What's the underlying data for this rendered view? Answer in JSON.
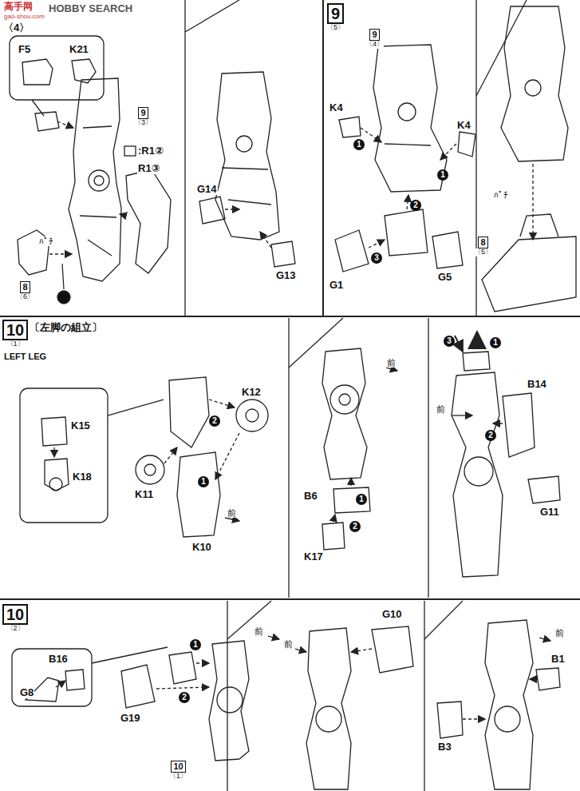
{
  "diagram": {
    "nodes": [
      {
        "text": [
          "9",
          "〈3〉"
        ]
      },
      {
        "text": [
          "8",
          "〈6〉"
        ]
      },
      {
        "text": [
          "9",
          "〈5〉"
        ]
      },
      {
        "text": [
          "9",
          "〈4〉"
        ]
      },
      {
        "text": [
          "8",
          "〈5〉"
        ]
      },
      {
        "text": [
          "10",
          "〈1〉"
        ]
      },
      {
        "text": [
          "10",
          "〈2〉"
        ]
      },
      {
        "text": [
          "10",
          "〈1〉"
        ]
      }
    ],
    "labels": [
      "高手网",
      "HOBBY SEARCH",
      "gao-shou.com",
      "〈4〉",
      "F5",
      "K21",
      ":R1②",
      "R1③",
      "ﾊﾟﾁ",
      "G14",
      "G13",
      "K4",
      "K4",
      "1",
      "1",
      "2",
      "3",
      "G1",
      "G5",
      "ﾊﾟﾁ",
      "〔左脚の組立〕",
      "LEFT LEG",
      "K15",
      "K18",
      "K12",
      "2",
      "K11",
      "1",
      "前",
      "K10",
      "前",
      "1",
      "B6",
      "2",
      "K17",
      "3",
      "1",
      "前",
      "2",
      "B14",
      "G11",
      "B16",
      "G8",
      "1",
      "2",
      "G19",
      "前",
      "前",
      "G10",
      "前",
      "B1",
      "B3"
    ]
  }
}
